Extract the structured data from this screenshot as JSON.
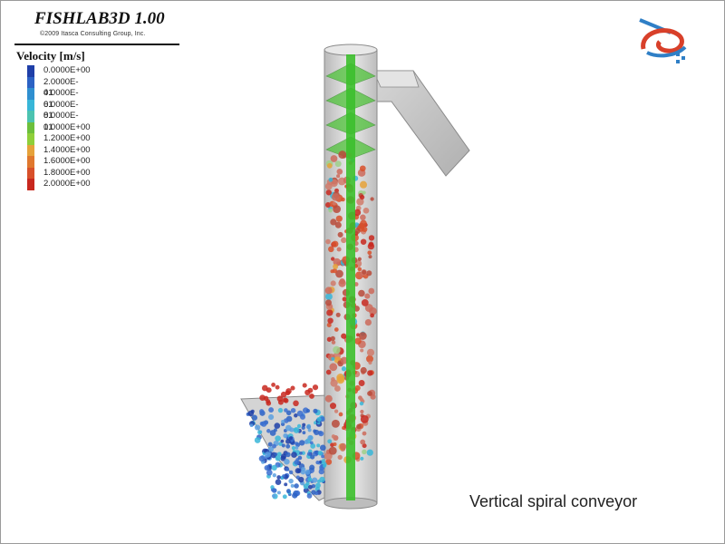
{
  "header": {
    "app_title": "FISHLAB3D 1.00",
    "copyright": "©2009 Itasca Consulting Group, Inc."
  },
  "legend": {
    "title": "Velocity [m/s]",
    "entries": [
      {
        "label": "0.0000E+00",
        "color": "#1f3fa8"
      },
      {
        "label": "2.0000E-01",
        "color": "#2c62c4"
      },
      {
        "label": "4.0000E-01",
        "color": "#2f8fd0"
      },
      {
        "label": "6.0000E-01",
        "color": "#38b6d8"
      },
      {
        "label": "8.0000E-01",
        "color": "#4cc3b0"
      },
      {
        "label": "1.0000E+00",
        "color": "#6cbf3c"
      },
      {
        "label": "1.2000E+00",
        "color": "#8fcf3a"
      },
      {
        "label": "1.4000E+00",
        "color": "#e6a23a"
      },
      {
        "label": "1.6000E+00",
        "color": "#e0782e"
      },
      {
        "label": "1.8000E+00",
        "color": "#d8502a"
      },
      {
        "label": "2.0000E+00",
        "color": "#c8281e"
      }
    ]
  },
  "caption": "Vertical spiral conveyor",
  "icons": {
    "logo": "itasca-logo-icon"
  },
  "colors": {
    "shaft": "#3cbf2c",
    "tube": "#c9c9c9",
    "particles_fast": "#cc3a2a",
    "particles_slow": "#3b62c6"
  }
}
